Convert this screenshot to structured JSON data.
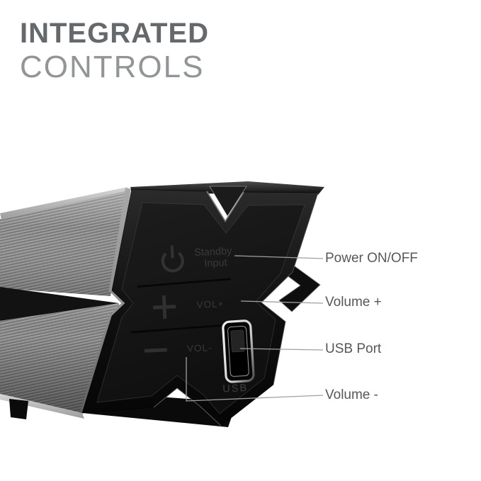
{
  "title": {
    "line1": "INTEGRATED",
    "line2": "CONTROLS"
  },
  "device": {
    "kind": "soundbar-end-control-panel",
    "controls": {
      "power_symbol": "power",
      "standby_line1": "Standby",
      "standby_line2": "Input",
      "volume_up_symbol": "+",
      "volume_up_label": "VOL+",
      "volume_down_symbol": "-",
      "volume_down_label": "VOL-",
      "usb_port_label": "USB"
    }
  },
  "callouts": [
    {
      "id": "power",
      "label": "Power ON/OFF"
    },
    {
      "id": "volume-up",
      "label": "Volume +"
    },
    {
      "id": "usb-port",
      "label": "USB Port"
    },
    {
      "id": "volume-down",
      "label": "Volume -"
    }
  ],
  "colors": {
    "background": "#ffffff",
    "title_primary": "#66696c",
    "title_secondary": "#929598",
    "callout_text": "#55585b",
    "leader_line": "#a0a0a0",
    "panel_black": "#131313",
    "grille_gray": "#8d8d8d",
    "trim_silver": "#c4c4c4"
  }
}
